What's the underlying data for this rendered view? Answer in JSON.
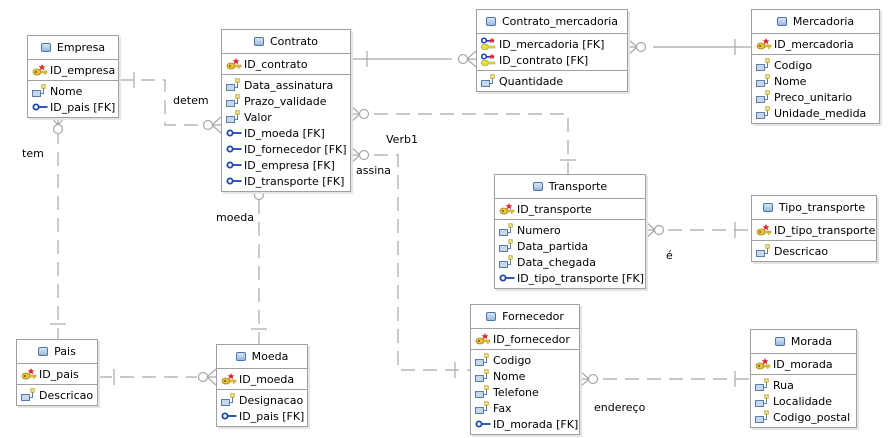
{
  "diagram": {
    "entities": [
      {
        "id": "empresa",
        "name": "Empresa",
        "pk": [
          {
            "name": "ID_empresa",
            "icon": "pk-icon"
          }
        ],
        "attrs": [
          {
            "name": "Nome",
            "icon": "attribute-icon"
          },
          {
            "name": "ID_pais [FK]",
            "icon": "fk-icon"
          }
        ]
      },
      {
        "id": "contrato",
        "name": "Contrato",
        "pk": [
          {
            "name": "ID_contrato",
            "icon": "pk-icon"
          }
        ],
        "attrs": [
          {
            "name": "Data_assinatura",
            "icon": "attribute-icon"
          },
          {
            "name": "Prazo_validade",
            "icon": "attribute-icon"
          },
          {
            "name": "Valor",
            "icon": "attribute-icon"
          },
          {
            "name": "ID_moeda [FK]",
            "icon": "fk-icon"
          },
          {
            "name": "ID_fornecedor [FK]",
            "icon": "fk-icon"
          },
          {
            "name": "ID_empresa [FK]",
            "icon": "fk-icon"
          },
          {
            "name": "ID_transporte [FK]",
            "icon": "fk-icon"
          }
        ]
      },
      {
        "id": "contrato_mercadoria",
        "name": "Contrato_mercadoria",
        "pk": [
          {
            "name": "ID_mercadoria [FK]",
            "icon": "pk-fk-icon"
          },
          {
            "name": "ID_contrato [FK]",
            "icon": "pk-fk-icon"
          }
        ],
        "attrs": [
          {
            "name": "Quantidade",
            "icon": "attribute-icon"
          }
        ]
      },
      {
        "id": "mercadoria",
        "name": "Mercadoria",
        "pk": [
          {
            "name": "ID_mercadoria",
            "icon": "pk-icon"
          }
        ],
        "attrs": [
          {
            "name": "Codigo",
            "icon": "attribute-icon"
          },
          {
            "name": "Nome",
            "icon": "attribute-icon"
          },
          {
            "name": "Preco_unitario",
            "icon": "attribute-icon"
          },
          {
            "name": "Unidade_medida",
            "icon": "attribute-icon"
          }
        ]
      },
      {
        "id": "transporte",
        "name": "Transporte",
        "pk": [
          {
            "name": "ID_transporte",
            "icon": "pk-icon"
          }
        ],
        "attrs": [
          {
            "name": "Numero",
            "icon": "attribute-icon"
          },
          {
            "name": "Data_partida",
            "icon": "attribute-icon"
          },
          {
            "name": "Data_chegada",
            "icon": "attribute-icon"
          },
          {
            "name": "ID_tipo_transporte [FK]",
            "icon": "fk-icon"
          }
        ]
      },
      {
        "id": "tipo_transporte",
        "name": "Tipo_transporte",
        "pk": [
          {
            "name": "ID_tipo_transporte",
            "icon": "pk-icon"
          }
        ],
        "attrs": [
          {
            "name": "Descricao",
            "icon": "attribute-icon"
          }
        ]
      },
      {
        "id": "pais",
        "name": "Pais",
        "pk": [
          {
            "name": "ID_pais",
            "icon": "pk-icon"
          }
        ],
        "attrs": [
          {
            "name": "Descricao",
            "icon": "attribute-icon"
          }
        ]
      },
      {
        "id": "moeda",
        "name": "Moeda",
        "pk": [
          {
            "name": "ID_moeda",
            "icon": "pk-icon"
          }
        ],
        "attrs": [
          {
            "name": "Designacao",
            "icon": "attribute-icon"
          },
          {
            "name": "ID_pais [FK]",
            "icon": "fk-icon"
          }
        ]
      },
      {
        "id": "fornecedor",
        "name": "Fornecedor",
        "pk": [
          {
            "name": "ID_fornecedor",
            "icon": "pk-icon"
          }
        ],
        "attrs": [
          {
            "name": "Codigo",
            "icon": "attribute-icon"
          },
          {
            "name": "Nome",
            "icon": "attribute-icon"
          },
          {
            "name": "Telefone",
            "icon": "attribute-icon"
          },
          {
            "name": "Fax",
            "icon": "attribute-icon"
          },
          {
            "name": "ID_morada [FK]",
            "icon": "fk-icon"
          }
        ]
      },
      {
        "id": "morada",
        "name": "Morada",
        "pk": [
          {
            "name": "ID_morada",
            "icon": "pk-icon"
          }
        ],
        "attrs": [
          {
            "name": "Rua",
            "icon": "attribute-icon"
          },
          {
            "name": "Localidade",
            "icon": "attribute-icon"
          },
          {
            "name": "Codigo_postal",
            "icon": "attribute-icon"
          }
        ]
      }
    ],
    "relationships": [
      {
        "id": "detem",
        "label": "detem",
        "from": "Empresa",
        "to": "Contrato",
        "identifying": false
      },
      {
        "id": "tem",
        "label": "tem",
        "from": "Pais",
        "to": "Empresa",
        "identifying": false
      },
      {
        "id": "moeda",
        "label": "moeda",
        "from": "Moeda",
        "to": "Contrato",
        "identifying": false
      },
      {
        "id": "assina",
        "label": "assina",
        "from": "Fornecedor",
        "to": "Contrato",
        "identifying": false
      },
      {
        "id": "verb1",
        "label": "Verb1",
        "from": "Transporte",
        "to": "Contrato",
        "identifying": false
      },
      {
        "id": "contrato-cm",
        "label": "",
        "from": "Contrato",
        "to": "Contrato_mercadoria",
        "identifying": true
      },
      {
        "id": "mercadoria-cm",
        "label": "",
        "from": "Mercadoria",
        "to": "Contrato_mercadoria",
        "identifying": true
      },
      {
        "id": "e",
        "label": "é",
        "from": "Tipo_transporte",
        "to": "Transporte",
        "identifying": false
      },
      {
        "id": "pais-moeda",
        "label": "",
        "from": "Pais",
        "to": "Moeda",
        "identifying": false
      },
      {
        "id": "endereco",
        "label": "endereço",
        "from": "Morada",
        "to": "Fornecedor",
        "identifying": false
      }
    ]
  }
}
